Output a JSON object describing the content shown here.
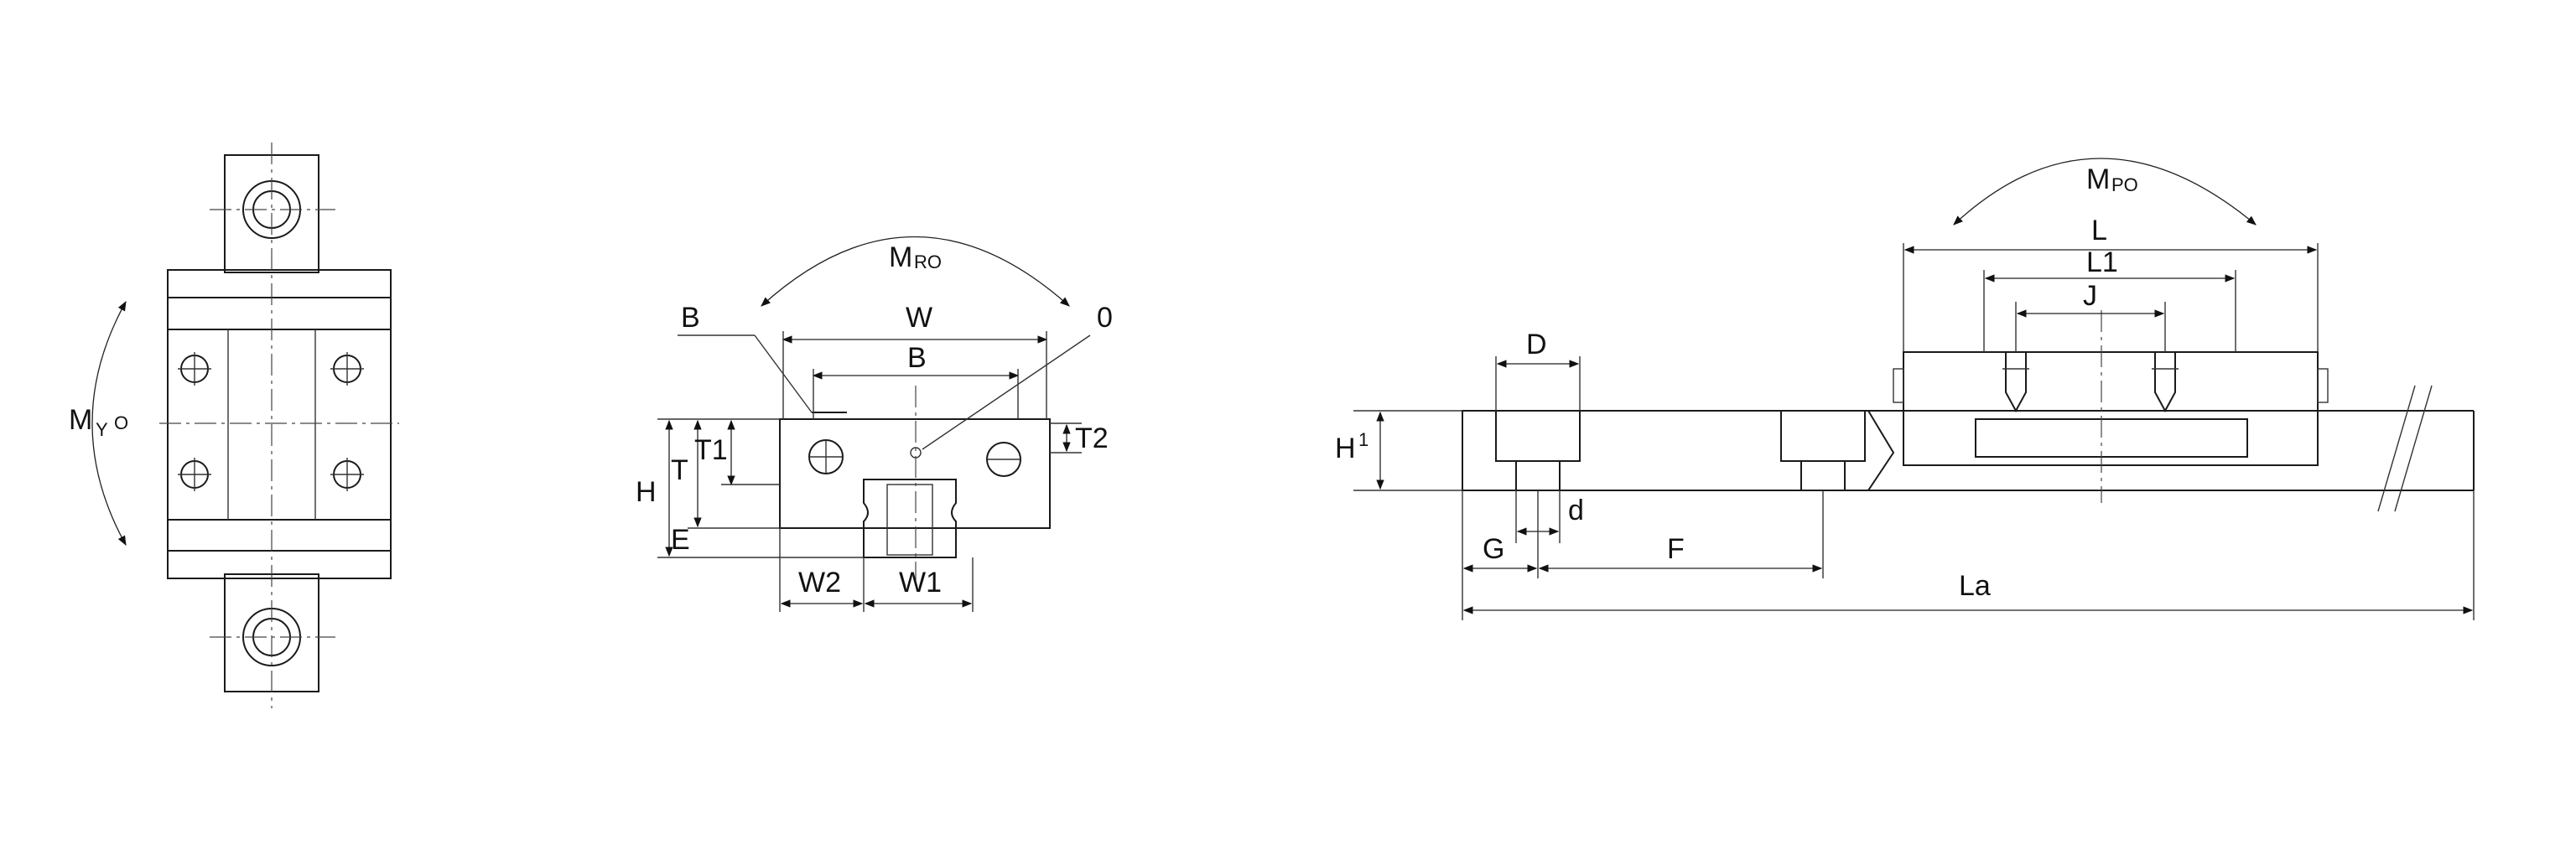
{
  "labels": {
    "myo_m": "M",
    "myo_y": "Y",
    "myo_o": "O",
    "mro_m": "M",
    "mro_sub": "RO",
    "mpo_m": "M",
    "mpo_sub": "PO",
    "B_top": "B",
    "W": "W",
    "B": "B",
    "O": "0",
    "H": "H",
    "T": "T",
    "T1": "T1",
    "T2": "T2",
    "E": "E",
    "W2": "W2",
    "W1": "W1",
    "H1_main": "H",
    "H1_sup": "1",
    "D": "D",
    "d": "d",
    "G": "G",
    "F": "F",
    "La": "La",
    "L": "L",
    "L1": "L1",
    "J": "J"
  }
}
